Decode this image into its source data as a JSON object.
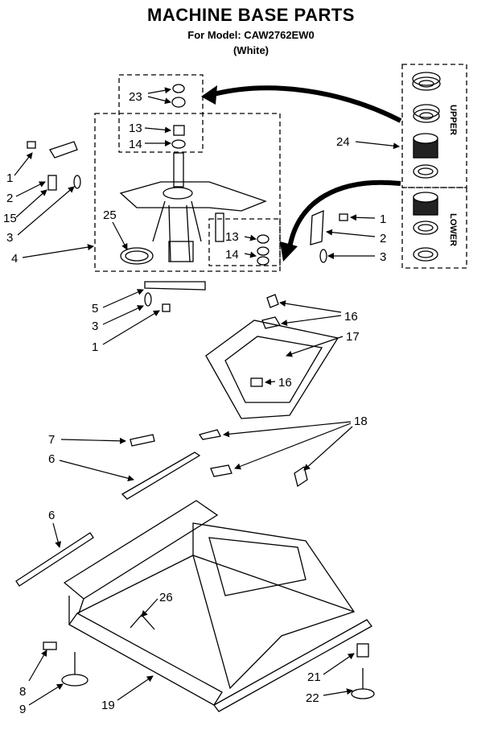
{
  "header": {
    "title": "MACHINE BASE PARTS",
    "model_line": "For Model: CAW2762EW0",
    "color_line": "(White)"
  },
  "kit_labels": {
    "upper": "UPPER",
    "lower": "LOWER"
  },
  "callouts": [
    {
      "id": "c23",
      "text": "23"
    },
    {
      "id": "c13a",
      "text": "13"
    },
    {
      "id": "c14a",
      "text": "14"
    },
    {
      "id": "c24",
      "text": "24"
    },
    {
      "id": "c1a",
      "text": "1"
    },
    {
      "id": "c2a",
      "text": "2"
    },
    {
      "id": "c15",
      "text": "15"
    },
    {
      "id": "c3a",
      "text": "3"
    },
    {
      "id": "c25",
      "text": "25"
    },
    {
      "id": "c4",
      "text": "4"
    },
    {
      "id": "c13b",
      "text": "13"
    },
    {
      "id": "c14b",
      "text": "14"
    },
    {
      "id": "c1b",
      "text": "1"
    },
    {
      "id": "c2b",
      "text": "2"
    },
    {
      "id": "c3b",
      "text": "3"
    },
    {
      "id": "c5",
      "text": "5"
    },
    {
      "id": "c3c",
      "text": "3"
    },
    {
      "id": "c1c",
      "text": "1"
    },
    {
      "id": "c16a",
      "text": "16"
    },
    {
      "id": "c17",
      "text": "17"
    },
    {
      "id": "c16b",
      "text": "16"
    },
    {
      "id": "c18",
      "text": "18"
    },
    {
      "id": "c7",
      "text": "7"
    },
    {
      "id": "c6a",
      "text": "6"
    },
    {
      "id": "c6b",
      "text": "6"
    },
    {
      "id": "c26",
      "text": "26"
    },
    {
      "id": "c21",
      "text": "21"
    },
    {
      "id": "c22",
      "text": "22"
    },
    {
      "id": "c8",
      "text": "8"
    },
    {
      "id": "c9",
      "text": "9"
    },
    {
      "id": "c19",
      "text": "19"
    }
  ]
}
